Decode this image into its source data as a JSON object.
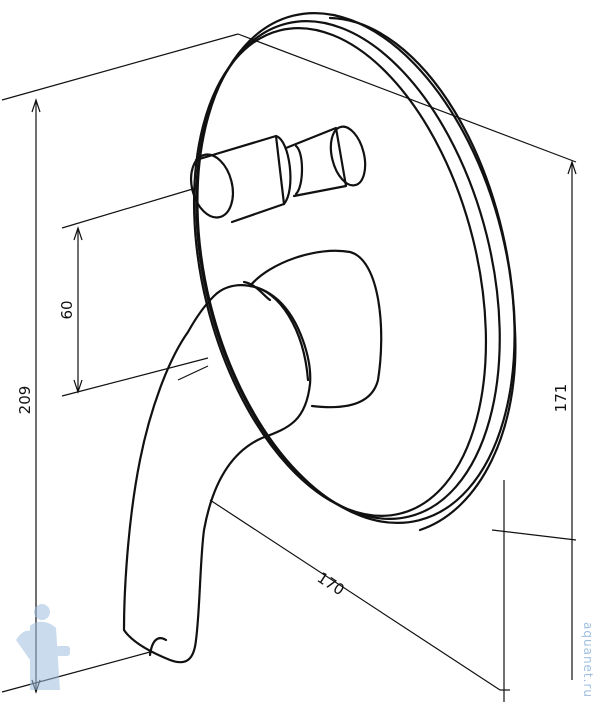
{
  "dimensions": {
    "overall_height": "209",
    "lever_offset": "60",
    "plate_height": "171",
    "plate_depth": "170"
  },
  "watermark": {
    "text": "aquanet.ru",
    "color": "#9fbfe0"
  }
}
